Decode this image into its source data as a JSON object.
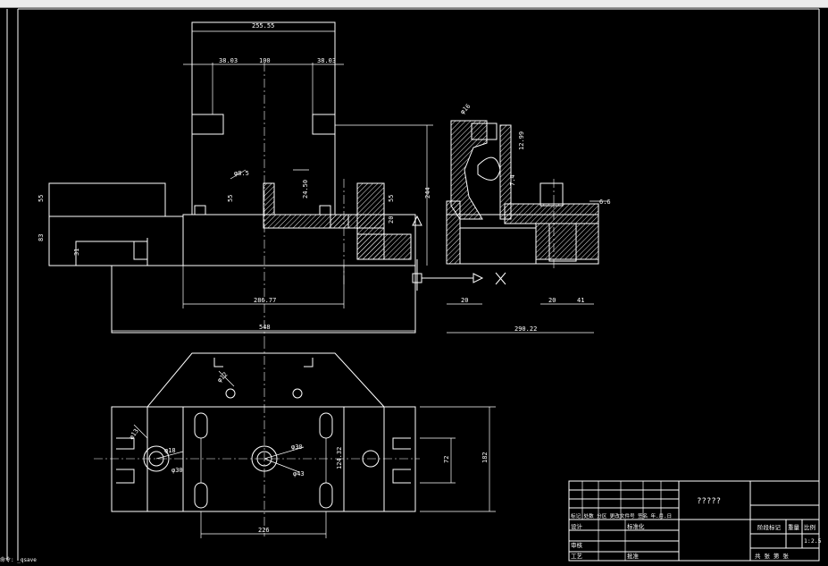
{
  "dimensions": {
    "d255": "255.55",
    "d38a": "38.03",
    "d100": "100",
    "d38b": "38.03",
    "dphi16": "φ16",
    "d12": "12.99",
    "d745": "7.4",
    "d66": "6.6",
    "d55a": "55",
    "d83": "83",
    "d31": "31",
    "d85": "φ8.5",
    "d55b": "55",
    "d2450": "24.50",
    "d20a": "20",
    "d55c": "55",
    "d244": "244",
    "d286": "286.77",
    "d548": "548",
    "d20b": "20",
    "d20c": "20",
    "d41": "41",
    "d290": "290.22",
    "d182": "182",
    "d72": "72",
    "d12432": "124.32",
    "d226": "226",
    "dphi12": "φ12",
    "dphi18": "φ18",
    "dphi30a": "φ30",
    "dphi30b": "φ30",
    "dphi43": "φ43",
    "dphi13": "φ13"
  },
  "title_block": {
    "drawing_name": "?????",
    "row_label": "标记 处数 分区 更改文件号 签名 年.月.日",
    "design": "设计",
    "standard": "标准化",
    "review": "审核",
    "process": "工艺",
    "approve": "批准",
    "stage": "阶段标记",
    "weight": "重量",
    "scale_label": "比例",
    "scale_value": "1:2.5",
    "sheets": "共 张 第 张"
  },
  "status_text": "命令: _qsave"
}
